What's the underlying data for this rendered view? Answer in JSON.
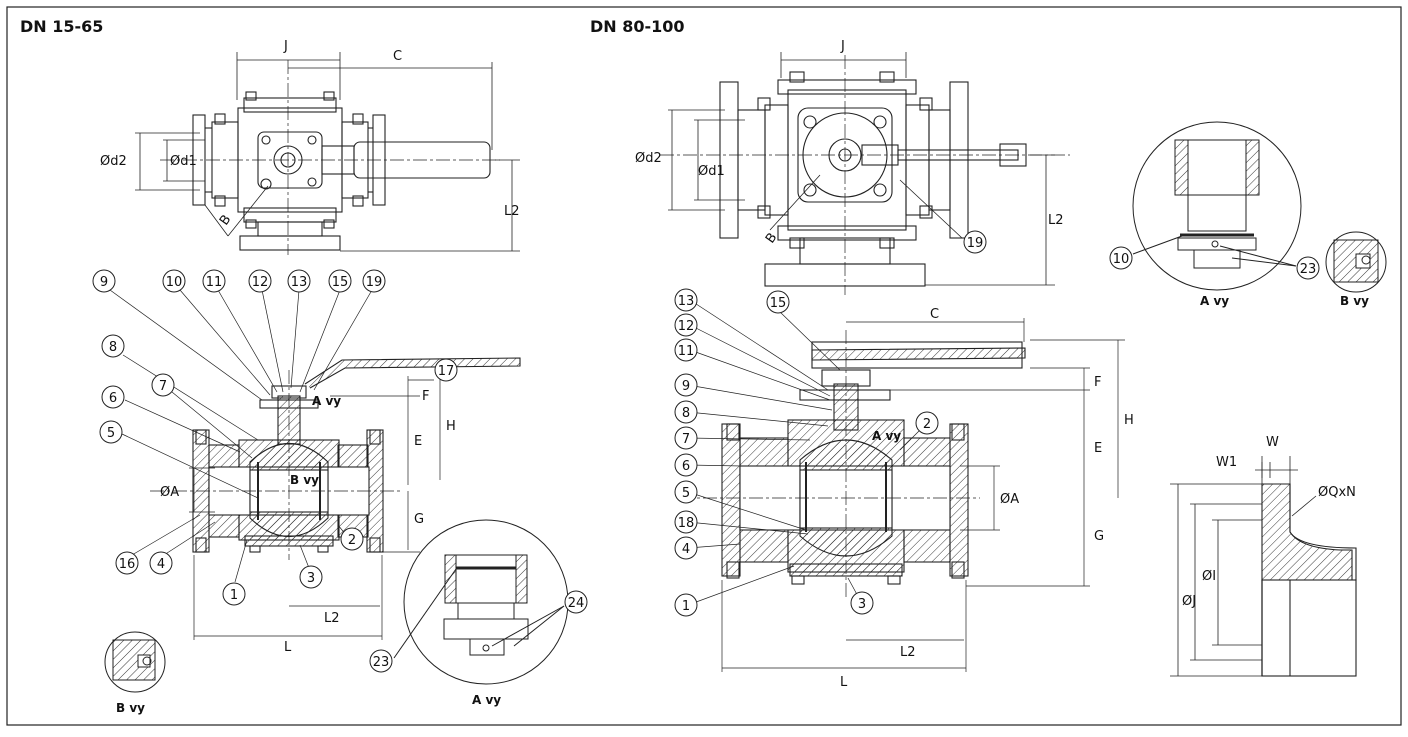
{
  "titles": {
    "left": "DN 15-65",
    "right": "DN 80-100"
  },
  "left_top": {
    "J": "J",
    "C": "C",
    "d2": "Ød2",
    "d1": "Ød1",
    "B": "B",
    "L2": "L2"
  },
  "left_section": {
    "balloons": [
      "9",
      "10",
      "11",
      "12",
      "13",
      "15",
      "19",
      "17",
      "8",
      "6",
      "7",
      "5",
      "16",
      "4",
      "1",
      "3",
      "2"
    ],
    "dims": {
      "F": "F",
      "E": "E",
      "H": "H",
      "G": "G",
      "A": "ØA",
      "L2": "L2",
      "L": "L"
    },
    "bvy_inner": "B vy",
    "avy_inner": "A vy"
  },
  "left_detail_a": {
    "balloons": [
      "23",
      "24"
    ],
    "label": "A vy"
  },
  "left_detail_b": {
    "label": "B vy"
  },
  "right_top": {
    "J": "J",
    "d2": "Ød2",
    "d1": "Ød1",
    "B": "B",
    "L2": "L2",
    "balloon": "19"
  },
  "right_detail_a": {
    "balloons": [
      "10",
      "23"
    ],
    "label": "A vy"
  },
  "right_detail_b": {
    "label": "B vy"
  },
  "right_section": {
    "balloons": [
      "13",
      "12",
      "11",
      "15",
      "9",
      "8",
      "7",
      "6",
      "5",
      "18",
      "4",
      "1",
      "3",
      "2"
    ],
    "dims": {
      "C": "C",
      "F": "F",
      "E": "E",
      "H": "H",
      "G": "G",
      "A": "ØA",
      "L2": "L2",
      "L": "L"
    },
    "avy_inner": "A vy"
  },
  "flange": {
    "W": "W",
    "W1": "W1",
    "QxN": "ØQxN",
    "J": "ØJ",
    "I": "ØI"
  }
}
